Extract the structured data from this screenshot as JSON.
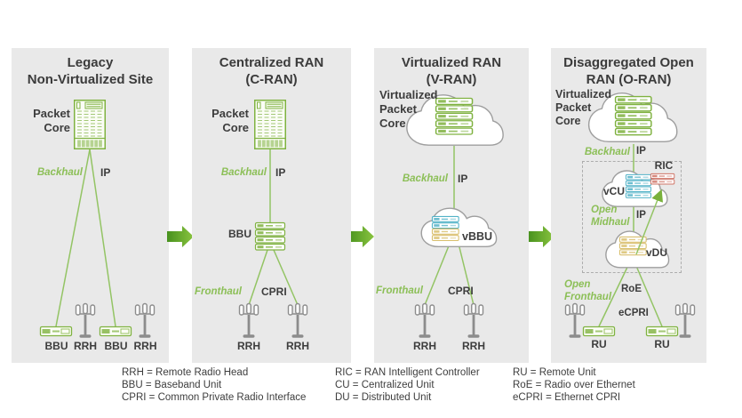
{
  "panels": [
    {
      "title": "Legacy\nNon-Virtualized Site",
      "packet_core": "Packet\nCore",
      "backhaul": "Backhaul",
      "ip": "IP",
      "units": [
        "BBU",
        "RRH",
        "BBU",
        "RRH"
      ]
    },
    {
      "title": "Centralized RAN\n(C-RAN)",
      "packet_core": "Packet\nCore",
      "backhaul": "Backhaul",
      "ip": "IP",
      "bbu": "BBU",
      "fronthaul": "Fronthaul",
      "cpri": "CPRI",
      "units": [
        "RRH",
        "RRH"
      ]
    },
    {
      "title": "Virtualized RAN\n(V-RAN)",
      "packet_core": "Virtualized\nPacket\nCore",
      "backhaul": "Backhaul",
      "ip": "IP",
      "vbbu": "vBBU",
      "fronthaul": "Fronthaul",
      "cpri": "CPRI",
      "units": [
        "RRH",
        "RRH"
      ]
    },
    {
      "title": "Disaggregated Open\nRAN (O-RAN)",
      "packet_core": "Virtualized\nPacket\nCore",
      "backhaul": "Backhaul",
      "ip": "IP",
      "ric": "RIC",
      "vcu": "vCU",
      "open_midhaul": "Open\nMidhaul",
      "midhaul_ip": "IP",
      "vdu": "vDU",
      "open_fronthaul": "Open\nFronthaul",
      "roe": "RoE",
      "ecpri": "eCPRI",
      "units": [
        "RU",
        "RU"
      ]
    }
  ],
  "legend": [
    [
      "RRH = Remote Radio Head",
      "BBU = Baseband Unit",
      "CPRI = Common Private Radio Interface"
    ],
    [
      "RIC = RAN Intelligent Controller",
      "CU = Centralized Unit",
      "DU = Distributed Unit"
    ],
    [
      "RU = Remote Unit",
      "RoE = Radio over Ethernet",
      "eCPRI = Ethernet CPRI"
    ]
  ],
  "colors": {
    "green_icon": "#7fb240",
    "green_line": "#93c464",
    "green_text": "#8cbf57",
    "arrow_dark": "#47911e",
    "arrow_light": "#8ac43f",
    "blue_server": "#53b3c8",
    "red_server": "#cf7365",
    "yellow_server": "#d9bf6d",
    "tower_gray": "#8c8c8c",
    "panel_bg": "#e9e9e9",
    "text_dark": "#3d3d3d"
  }
}
